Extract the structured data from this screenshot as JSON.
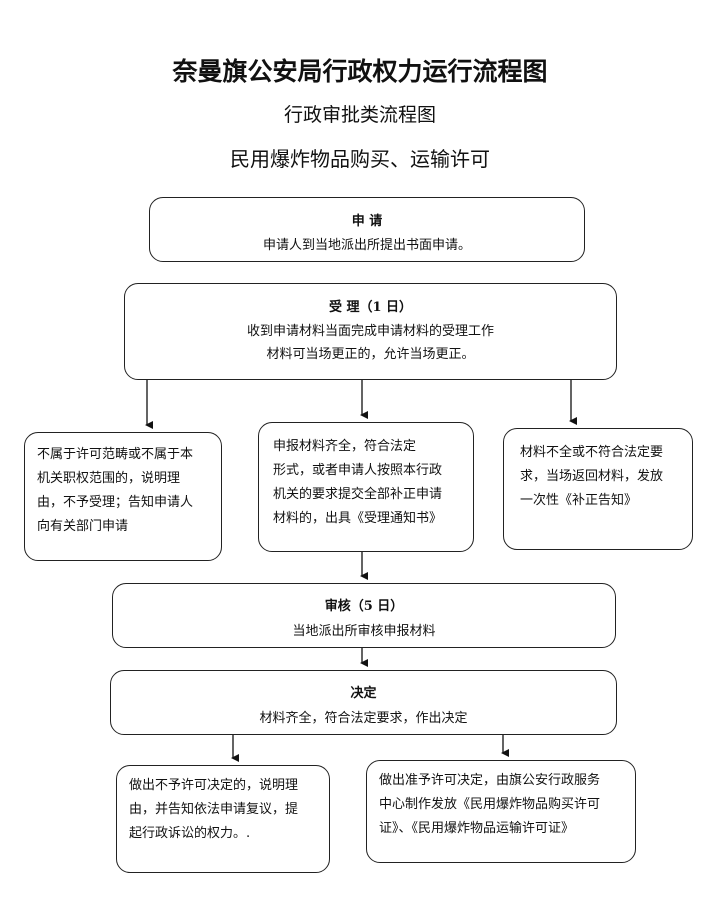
{
  "header": {
    "title": "奈曼旗公安局行政权力运行流程图",
    "subtitle": "行政审批类流程图",
    "item": "民用爆炸物品购买、运输许可"
  },
  "steps": {
    "apply": {
      "heading": "申  请",
      "text": "申请人到当地派出所提出书面申请。"
    },
    "accept": {
      "heading": "受    理（1 日）",
      "line1": "收到申请材料当面完成申请材料的受理工作",
      "line2": "材料可当场更正的，允许当场更正。"
    },
    "branch_left": {
      "text": "不属于许可范畴或不属于本\n机关职权范围的，说明理\n由，不予受理；告知申请人\n向有关部门申请"
    },
    "branch_middle": {
      "text": "    申报材料齐全，符合法定\n形式，或者申请人按照本行政\n机关的要求提交全部补正申请\n材料的，出具《受理通知书》"
    },
    "branch_right": {
      "text": "材料不全或不符合法定要\n求，当场返回材料，发放\n一次性《补正告知》"
    },
    "review": {
      "heading": "审核（5 日）",
      "text": "当地派出所审核申报材料"
    },
    "decision": {
      "heading": "决定",
      "text": "材料齐全，符合法定要求，作出决定"
    },
    "outcome_deny": {
      "text": "做出不予许可决定的，说明理\n由，并告知依法申请复议，提\n起行政诉讼的权力。."
    },
    "outcome_grant": {
      "text": "做出准予许可决定，由旗公安行政服务\n中心制作发放《民用爆炸物品购买许可\n证》、《民用爆炸物品运输许可证》"
    }
  }
}
